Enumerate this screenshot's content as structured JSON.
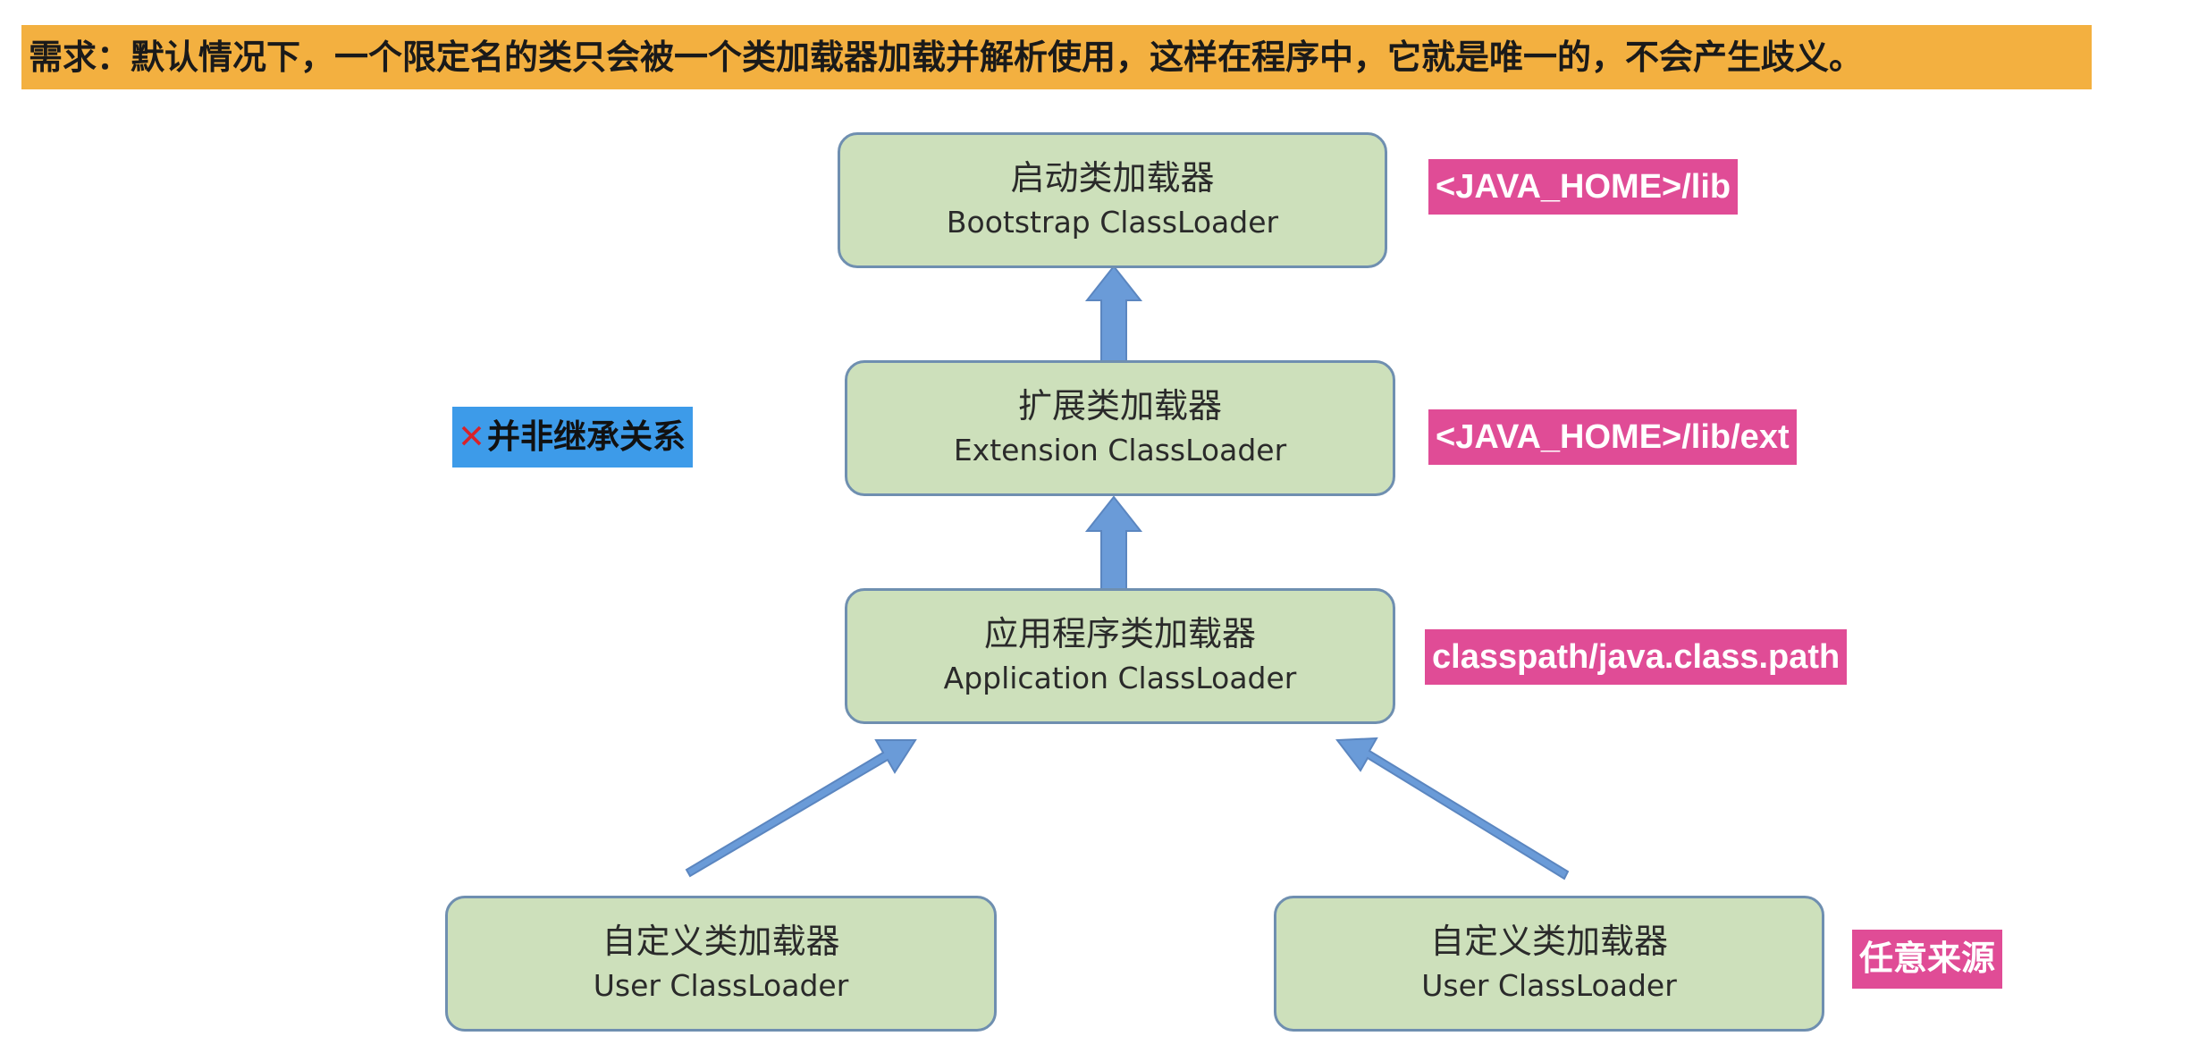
{
  "banner": {
    "text": "需求：默认情况下，一个限定名的类只会被一个类加载器加载并解析使用，这样在程序中，它就是唯一的，不会产生歧义。"
  },
  "nodes": {
    "bootstrap": {
      "zh": "启动类加载器",
      "en": "Bootstrap ClassLoader",
      "path": "<JAVA_HOME>/lib"
    },
    "extension": {
      "zh": "扩展类加载器",
      "en": "Extension ClassLoader",
      "path": "<JAVA_HOME>/lib/ext"
    },
    "application": {
      "zh": "应用程序类加载器",
      "en": "Application ClassLoader",
      "path": "classpath/java.class.path"
    },
    "user_left": {
      "zh": "自定义类加载器",
      "en": "User ClassLoader"
    },
    "user_right": {
      "zh": "自定义类加载器",
      "en": "User ClassLoader",
      "path": "任意来源"
    }
  },
  "note": {
    "cross": "✕",
    "text": "并非继承关系"
  },
  "colors": {
    "banner": "#f3b040",
    "box_fill": "#cde0bb",
    "box_border": "#6f8fb0",
    "arrow": "#6a9bd8",
    "tag": "#e04c96",
    "note": "#3d9be9",
    "cross": "#d8232a"
  }
}
